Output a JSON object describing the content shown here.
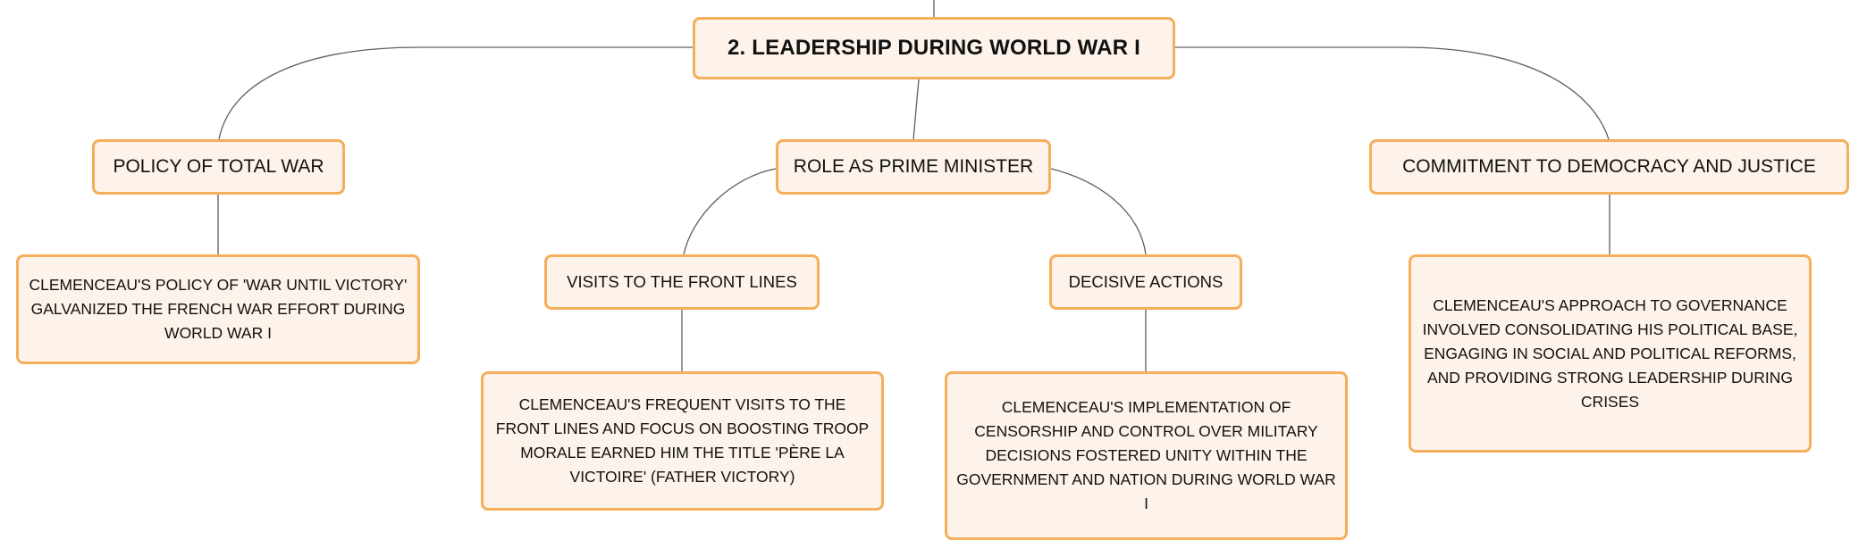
{
  "root": {
    "label": "2. LEADERSHIP DURING WORLD WAR I"
  },
  "branches": [
    {
      "label": "POLICY OF TOTAL WAR",
      "detail": "CLEMENCEAU'S POLICY OF 'WAR UNTIL VICTORY' GALVANIZED THE FRENCH WAR EFFORT DURING WORLD WAR I"
    },
    {
      "label": "ROLE AS PRIME MINISTER",
      "children": [
        {
          "label": "VISITS TO THE FRONT LINES",
          "detail": "CLEMENCEAU'S FREQUENT VISITS TO THE FRONT LINES AND FOCUS ON BOOSTING TROOP MORALE EARNED HIM THE TITLE 'PÈRE LA VICTOIRE' (FATHER VICTORY)"
        },
        {
          "label": "DECISIVE ACTIONS",
          "detail": "CLEMENCEAU'S IMPLEMENTATION OF CENSORSHIP AND CONTROL OVER MILITARY DECISIONS FOSTERED UNITY WITHIN THE GOVERNMENT AND NATION DURING WORLD WAR I"
        }
      ]
    },
    {
      "label": "COMMITMENT TO DEMOCRACY AND JUSTICE",
      "detail": "CLEMENCEAU'S APPROACH TO GOVERNANCE INVOLVED CONSOLIDATING HIS POLITICAL BASE, ENGAGING IN SOCIAL AND POLITICAL REFORMS, AND PROVIDING STRONG LEADERSHIP DURING CRISES"
    }
  ],
  "colors": {
    "node_fill": "#fdf3ea",
    "node_border": "#f5ae5a",
    "connector": "#5e5e5e",
    "text": "#111111"
  }
}
